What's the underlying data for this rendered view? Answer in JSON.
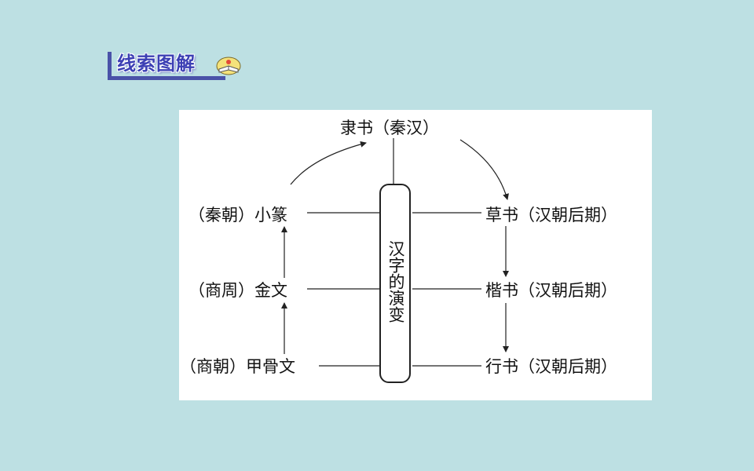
{
  "banner": {
    "title": "线索图解",
    "icon": "open-book-icon"
  },
  "diagram": {
    "center": "汉字的演变",
    "top": "隶书（秦汉）",
    "left": [
      {
        "name": "小篆",
        "era": "（秦朝）"
      },
      {
        "name": "金文",
        "era": "（商周）"
      },
      {
        "name": "甲骨文",
        "era": "（商朝）"
      }
    ],
    "right": [
      {
        "name": "草书",
        "era": "（汉朝后期）"
      },
      {
        "name": "楷书",
        "era": "（汉朝后期）"
      },
      {
        "name": "行书",
        "era": "（汉朝后期）"
      }
    ]
  },
  "colors": {
    "background": "#bde0e3",
    "banner": "#3c3fb4",
    "line": "#222222"
  }
}
